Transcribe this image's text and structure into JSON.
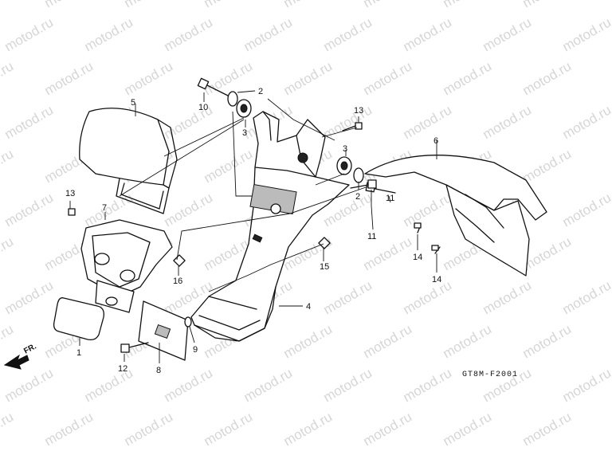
{
  "watermark": "motod.ru",
  "diagram_code": "GT8M-F2001",
  "front_label": "FR.",
  "callouts": [
    {
      "id": "c1",
      "label": "1"
    },
    {
      "id": "c2a",
      "label": "2"
    },
    {
      "id": "c2b",
      "label": "2"
    },
    {
      "id": "c3a",
      "label": "3"
    },
    {
      "id": "c3b",
      "label": "3"
    },
    {
      "id": "c4",
      "label": "4"
    },
    {
      "id": "c5",
      "label": "5"
    },
    {
      "id": "c6",
      "label": "6"
    },
    {
      "id": "c7",
      "label": "7"
    },
    {
      "id": "c8",
      "label": "8"
    },
    {
      "id": "c9",
      "label": "9"
    },
    {
      "id": "c10",
      "label": "10"
    },
    {
      "id": "c11a",
      "label": "11"
    },
    {
      "id": "c11b",
      "label": "11"
    },
    {
      "id": "c12",
      "label": "12"
    },
    {
      "id": "c13a",
      "label": "13"
    },
    {
      "id": "c13b",
      "label": "13"
    },
    {
      "id": "c14a",
      "label": "14"
    },
    {
      "id": "c14b",
      "label": "14"
    },
    {
      "id": "c15",
      "label": "15"
    },
    {
      "id": "c16",
      "label": "16"
    }
  ]
}
